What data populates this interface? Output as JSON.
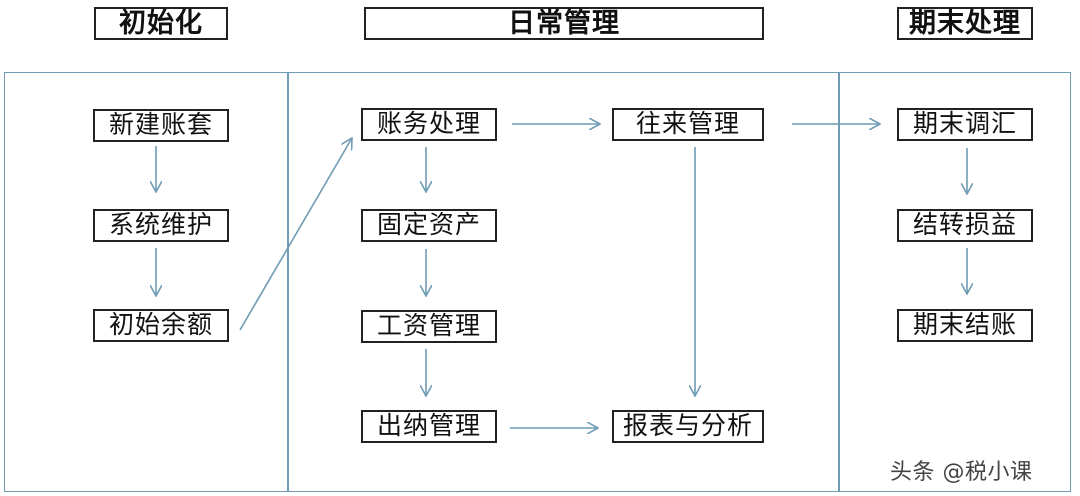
{
  "headers": {
    "init": "初始化",
    "daily": "日常管理",
    "period_end": "期末处理"
  },
  "init_steps": [
    "新建账套",
    "系统维护",
    "初始余额"
  ],
  "daily_left": [
    "账务处理",
    "固定资产",
    "工资管理",
    "出纳管理"
  ],
  "daily_right": [
    "往来管理",
    "报表与分析"
  ],
  "period_end_steps": [
    "期末调汇",
    "结转损益",
    "期末结账"
  ],
  "watermark": "头条 @税小课",
  "colors": {
    "arrow": "#6f9bb5",
    "box_border": "#222222",
    "frame": "#6f9bb5"
  }
}
